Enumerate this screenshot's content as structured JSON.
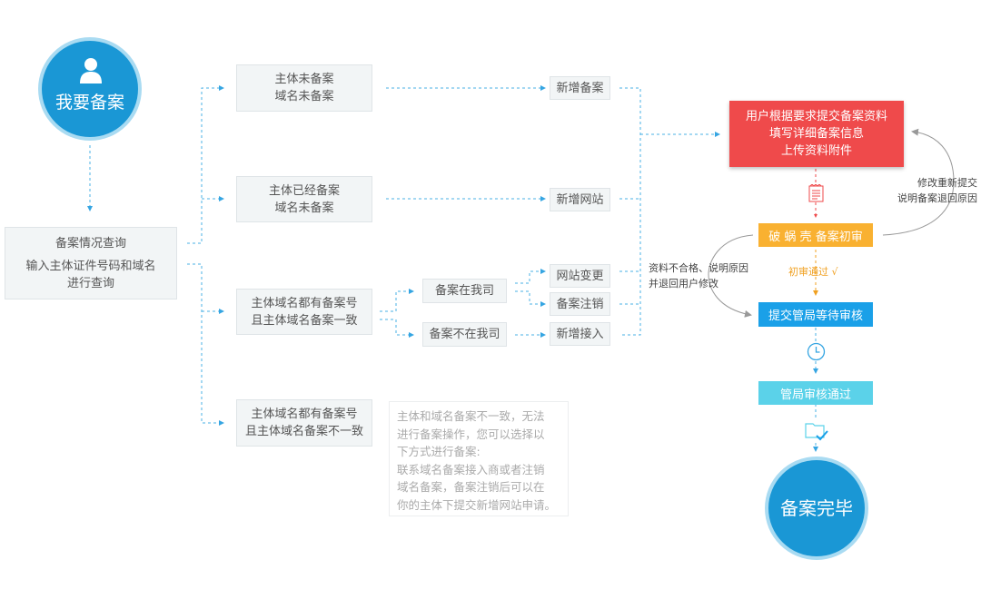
{
  "start": {
    "label": "我要备案",
    "icon": "user-icon"
  },
  "end": {
    "label": "备案完毕"
  },
  "query": {
    "line1": "备案情况查询",
    "line2": "输入主体证件号码和域名",
    "line3": "进行查询"
  },
  "cases": [
    {
      "line1": "主体未备案",
      "line2": "域名未备案"
    },
    {
      "line1": "主体已经备案",
      "line2": "域名未备案"
    },
    {
      "line1": "主体域名都有备案号",
      "line2": "且主体域名备案一致"
    },
    {
      "line1": "主体域名都有备案号",
      "line2": "且主体域名备案不一致"
    }
  ],
  "sub_cases": {
    "in_company": "备案在我司",
    "not_in_company": "备案不在我司"
  },
  "actions": {
    "new_filing": "新增备案",
    "new_site": "新增网站",
    "site_change": "网站变更",
    "cancel_filing": "备案注销",
    "new_access": "新增接入"
  },
  "note": {
    "lines": [
      "主体和域名备案不一致，无法",
      "进行备案操作，您可以选择以",
      "下方式进行备案:",
      "联系域名备案接入商或者注销",
      "域名备案，备案注销后可以在",
      "你的主体下提交新增网站申请。"
    ]
  },
  "steps": {
    "submit": [
      "用户根据要求提交备案资料",
      "填写详细备案信息",
      "上传资料附件"
    ],
    "first_review": "破 蜗 壳 备案初审",
    "first_pass": "初审通过 √",
    "bureau_wait": "提交管局等待审核",
    "bureau_pass": "管局审核通过"
  },
  "side_notes": {
    "reject": [
      "资料不合格、说明原因",
      "并退回用户修改"
    ],
    "resubmit": [
      "修改重新提交",
      "说明备案退回原因"
    ]
  },
  "colors": {
    "primary_blue": "#1a97d5",
    "red": "#ef4a4b",
    "orange": "#f9b131",
    "blue": "#1aa0e8",
    "cyan": "#5bd2e9",
    "line": "#4ab0e6"
  }
}
